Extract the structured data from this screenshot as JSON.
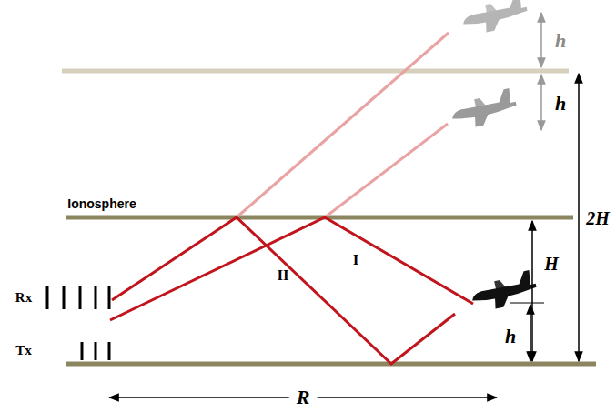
{
  "diagram": {
    "labels": [
      "h",
      "h",
      "2H",
      "Ionosphere",
      "H",
      "I",
      "II",
      "h",
      "Rx",
      "Tx",
      "R"
    ]
  }
}
